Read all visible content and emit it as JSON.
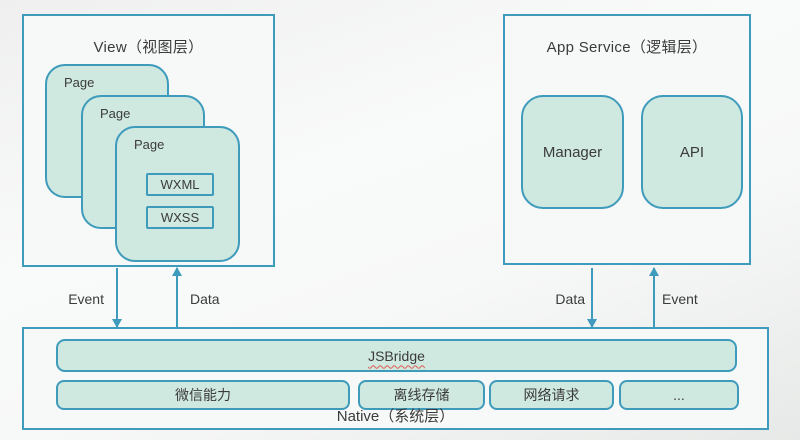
{
  "view_layer": {
    "title": "View（视图层）",
    "pages": [
      {
        "label": "Page"
      },
      {
        "label": "Page"
      },
      {
        "label": "Page",
        "files": [
          {
            "name": "WXML"
          },
          {
            "name": "WXSS"
          }
        ]
      }
    ]
  },
  "app_service_layer": {
    "title": "App Service（逻辑层）",
    "modules": [
      {
        "name": "Manager"
      },
      {
        "name": "API"
      }
    ]
  },
  "connections": {
    "left": [
      {
        "label": "Event",
        "direction": "down"
      },
      {
        "label": "Data",
        "direction": "up"
      }
    ],
    "right": [
      {
        "label": "Data",
        "direction": "down"
      },
      {
        "label": "Event",
        "direction": "up"
      }
    ]
  },
  "native_layer": {
    "title": "Native（系统层）",
    "bridge_label": "JSBridge",
    "capabilities": [
      {
        "label": "微信能力"
      },
      {
        "label": "离线存储"
      },
      {
        "label": "网络请求"
      },
      {
        "label": "..."
      }
    ]
  },
  "colors": {
    "stroke_blue": "#3e9bbc",
    "teal_fill": "#cfe8e0",
    "panel_fill": "#f7f8f8",
    "text": "#3b3b3b",
    "spellcheck_underline": "#e05a50"
  }
}
